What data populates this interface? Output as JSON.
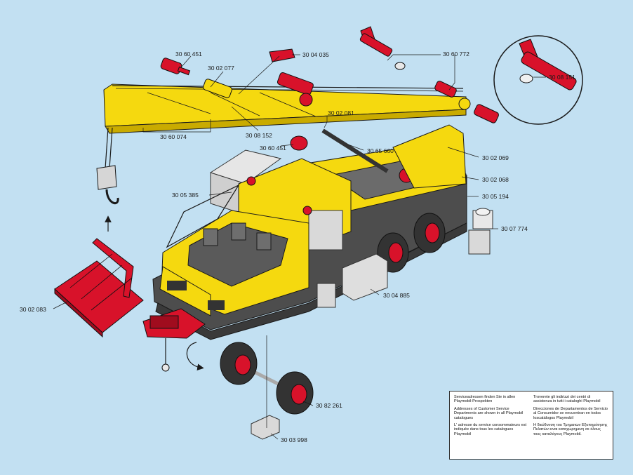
{
  "part_numbers": {
    "p_3060451_top": "30 60 451",
    "p_3002077": "30 02 077",
    "p_3004035": "30 04 035",
    "p_3060772": "30 60 772",
    "p_3008151": "30 08 151",
    "p_3002081": "30 02 081",
    "p_3060074": "30 60 074",
    "p_3008152": "30 08 152",
    "p_3060451_mid": "30 60 451",
    "p_3065660": "30 65 660",
    "p_3002069": "30 02 069",
    "p_3002068": "30 02 068",
    "p_3005194": "30 05 194",
    "p_3005385": "30 05 385",
    "p_3007774": "30 07 774",
    "p_3004885": "30 04 885",
    "p_3002083": "30 02 083",
    "p_3082261": "30 82 261",
    "p_3003998": "30 03 998"
  },
  "service_notice": {
    "de": "Serviceadressen finden Sie in allen Playmobil-Prospekten",
    "en": "Addresses of Customer Service Departments are shown in all Playmobil catalogues",
    "fr": "L' adresse du service consommateurs est indiquée dans tous les catalogues Playmobil",
    "it": "Troverete gli indirizzi dei centri di assistenza in tutti i cataloghi Playmobil",
    "es": "Direcciones de Departamentos de Servicio al Consumidor se encuentran en todos loscatálogos Playmobil",
    "el": "Η διεύθυνση του Τμηματων Εξυπηρέτησης Πελατών ειναι καταχωρημενη σε όλους τους καταλόγους Playmobil."
  },
  "colors": {
    "background": "#c2e0f2",
    "yellow": "#f5d90f",
    "red": "#d8122a",
    "dark_gray": "#555555",
    "light_gray": "#dedede"
  }
}
